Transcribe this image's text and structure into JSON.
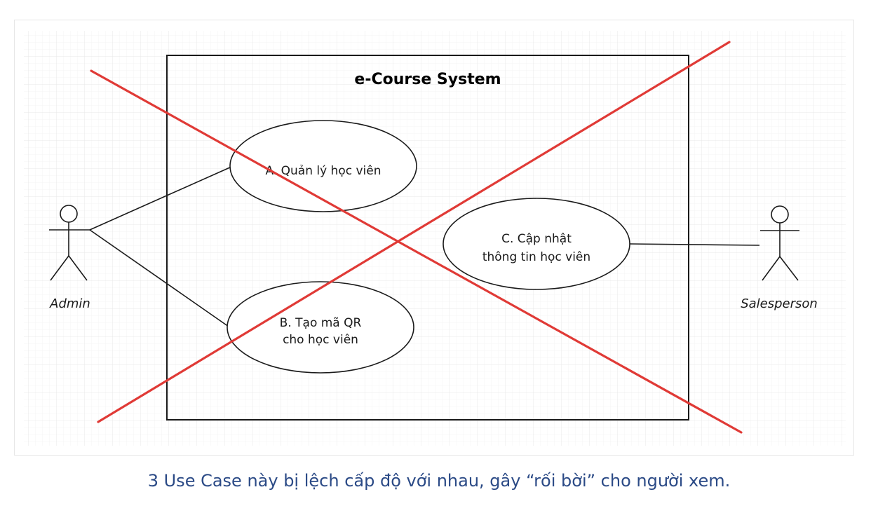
{
  "system": {
    "title": "e-Course System"
  },
  "actors": {
    "admin": "Admin",
    "salesperson": "Salesperson"
  },
  "use_cases": {
    "a": {
      "line1": "A. Quản lý học viên"
    },
    "b": {
      "line1": "B. Tạo mã QR",
      "line2": "cho học viên"
    },
    "c": {
      "line1": "C. Cập nhật",
      "line2": "thông tin học viên"
    }
  },
  "caption": "3 Use Case này bị lệch cấp độ với nhau, gây “rối bời” cho người xem.",
  "colors": {
    "cross": "#e03a36",
    "caption": "#2b4a86",
    "grid": "#efefef",
    "stroke": "#1a1a1a"
  }
}
